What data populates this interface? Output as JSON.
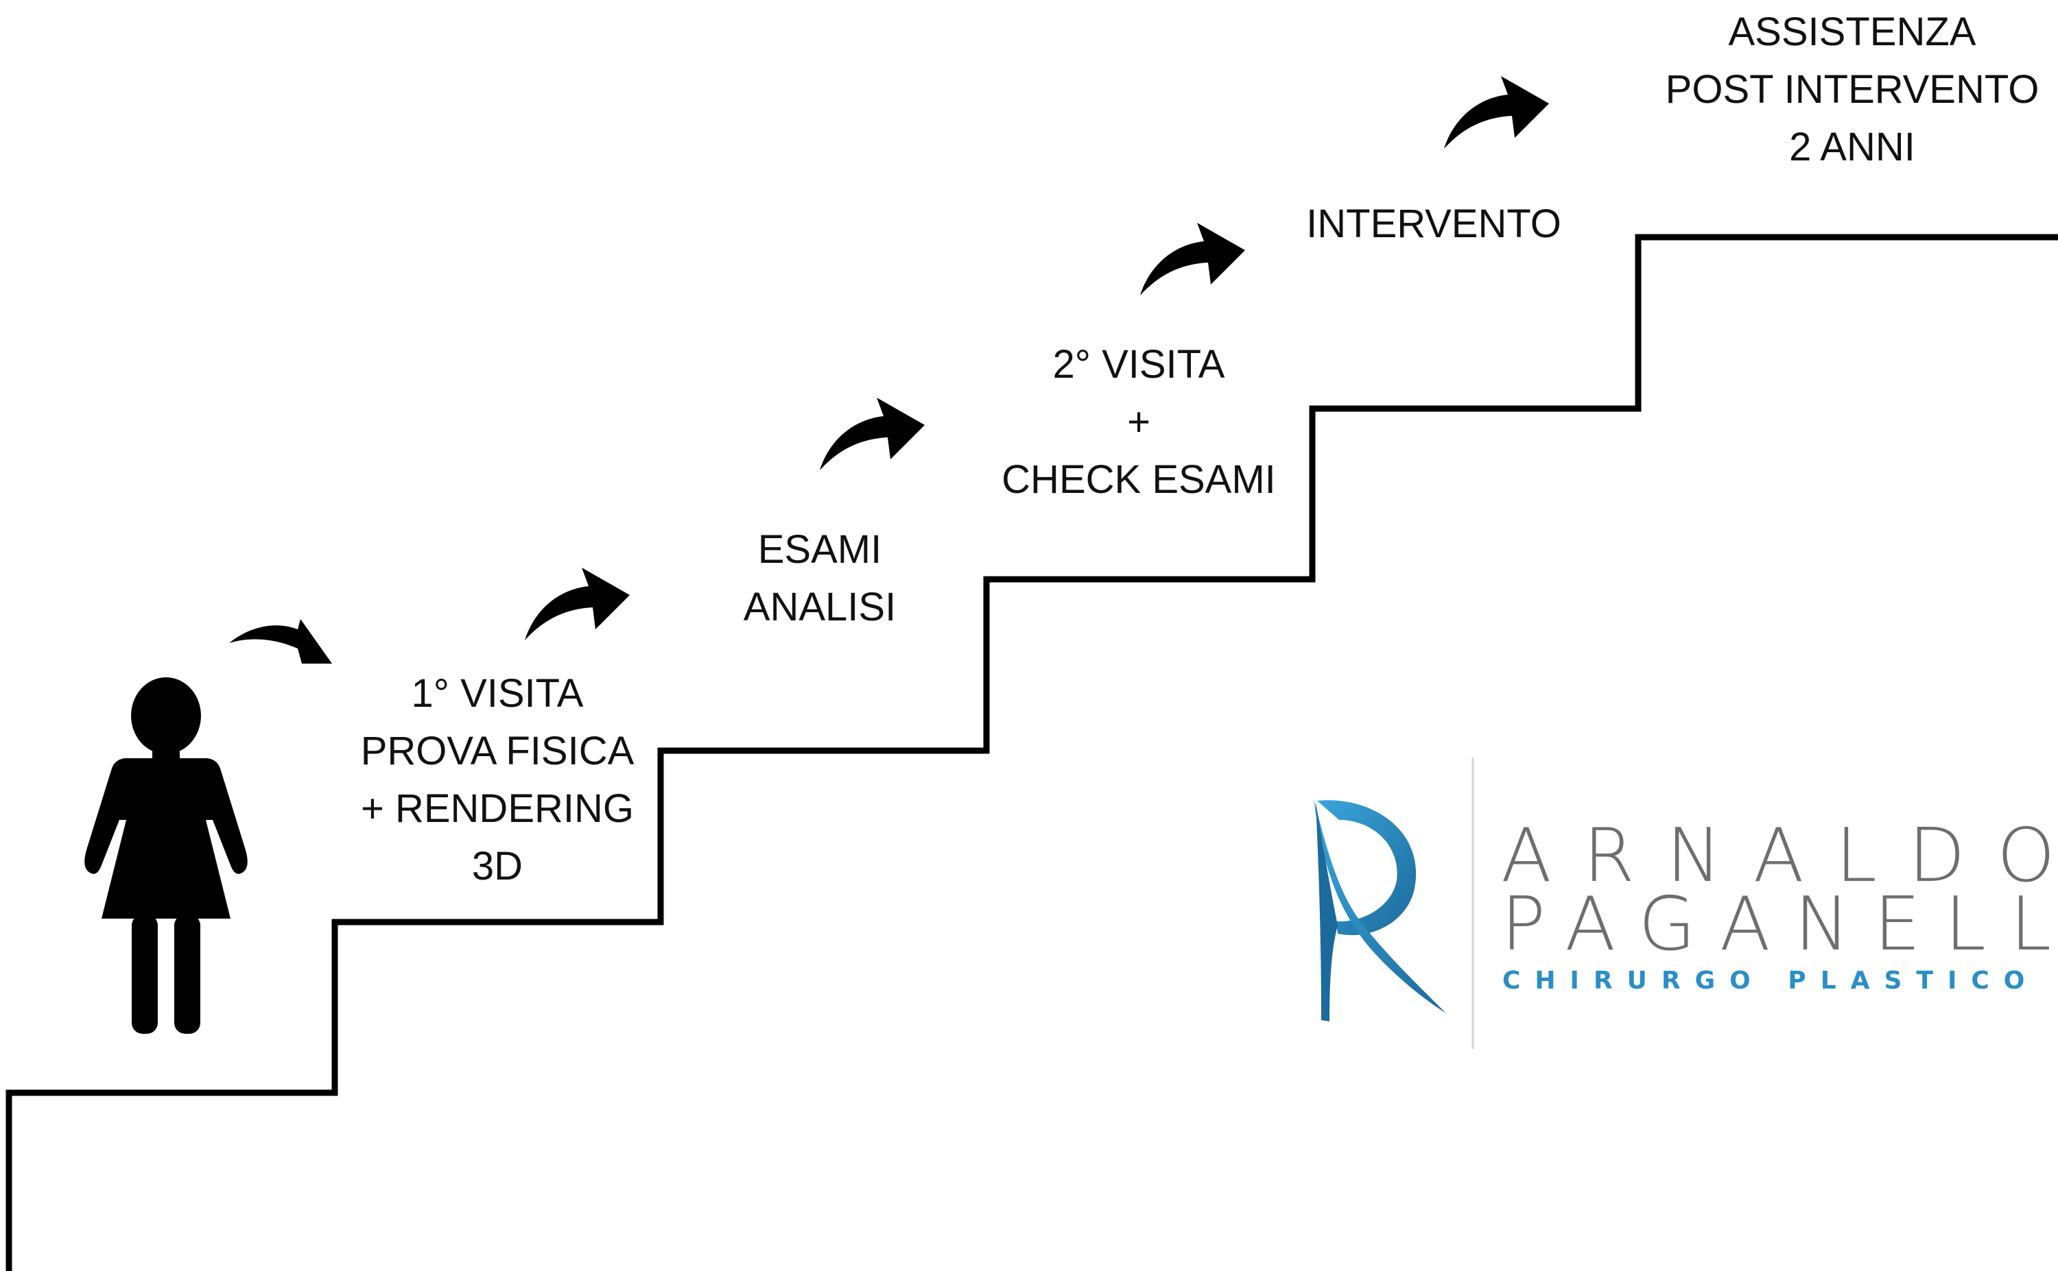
{
  "steps": [
    {
      "lines": [
        "1° VISITA",
        "PROVA FISICA",
        "+ RENDERING",
        "3D"
      ]
    },
    {
      "lines": [
        "ESAMI",
        "ANALISI"
      ]
    },
    {
      "lines": [
        "2° VISITA",
        "+",
        "CHECK ESAMI"
      ]
    },
    {
      "lines": [
        "INTERVENTO"
      ]
    },
    {
      "lines": [
        "ASSISTENZA",
        "POST INTERVENTO",
        "2 ANNI"
      ]
    }
  ],
  "icons": {
    "person": "woman-figure-icon",
    "arrow": "curved-arrow-icon",
    "logo": "r-monogram-logo-icon"
  },
  "logo": {
    "name_line1": "ARNALDO",
    "name_line2": "PAGANELLI",
    "tagline": "CHIRURGO PLASTICO"
  },
  "colors": {
    "stairs": "#000000",
    "text": "#111111",
    "brand_gray": "#6d6e71",
    "brand_blue": "#2a8ec7",
    "brand_blue_dark": "#1c6a9c"
  }
}
